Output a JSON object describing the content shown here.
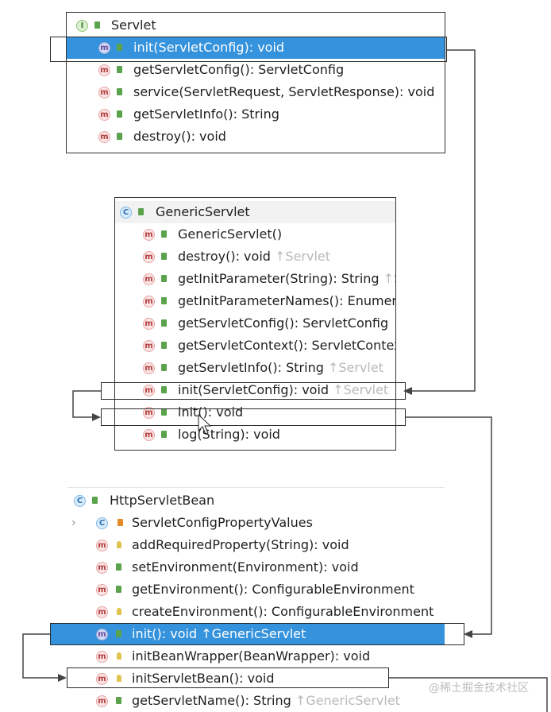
{
  "servlet": {
    "title": "Servlet",
    "methods": [
      {
        "sig": "init(ServletConfig): void",
        "hint": ""
      },
      {
        "sig": "getServletConfig(): ServletConfig",
        "hint": ""
      },
      {
        "sig": "service(ServletRequest, ServletResponse): void",
        "hint": ""
      },
      {
        "sig": "getServletInfo(): String",
        "hint": ""
      },
      {
        "sig": "destroy(): void",
        "hint": ""
      }
    ]
  },
  "generic": {
    "title": "GenericServlet",
    "methods": [
      {
        "sig": "GenericServlet()",
        "hint": ""
      },
      {
        "sig": "destroy(): void",
        "hint": " ↑Servlet"
      },
      {
        "sig": "getInitParameter(String): String",
        "hint": " ↑S"
      },
      {
        "sig": "getInitParameterNames(): Enumer",
        "hint": ""
      },
      {
        "sig": "getServletConfig(): ServletConfig",
        "hint": " ↑"
      },
      {
        "sig": "getServletContext(): ServletContex",
        "hint": ""
      },
      {
        "sig": "getServletInfo(): String",
        "hint": " ↑Servlet"
      },
      {
        "sig": "init(ServletConfig): void",
        "hint": " ↑Servlet"
      },
      {
        "sig": "init(): void",
        "hint": ""
      },
      {
        "sig": "log(String): void",
        "hint": ""
      }
    ]
  },
  "http": {
    "title": "HttpServletBean",
    "inner": "ServletConfigPropertyValues",
    "methods": [
      {
        "sig": "addRequiredProperty(String): void",
        "hint": ""
      },
      {
        "sig": "setEnvironment(Environment): void",
        "hint": ""
      },
      {
        "sig": "getEnvironment(): ConfigurableEnvironment",
        "hint": ""
      },
      {
        "sig": "createEnvironment(): ConfigurableEnvironment",
        "hint": ""
      },
      {
        "sig": "init(): void",
        "hint": " ↑GenericServlet"
      },
      {
        "sig": "initBeanWrapper(BeanWrapper): void",
        "hint": ""
      },
      {
        "sig": "initServletBean(): void",
        "hint": ""
      },
      {
        "sig": "getServletName(): String",
        "hint": " ↑GenericServlet"
      }
    ]
  },
  "icons": {
    "interface": "I",
    "class": "C",
    "method": "m"
  },
  "watermark": "@稀土掘金技术社区",
  "colors": {
    "selection": "#3592dc",
    "outline": "#2a2a2a"
  }
}
